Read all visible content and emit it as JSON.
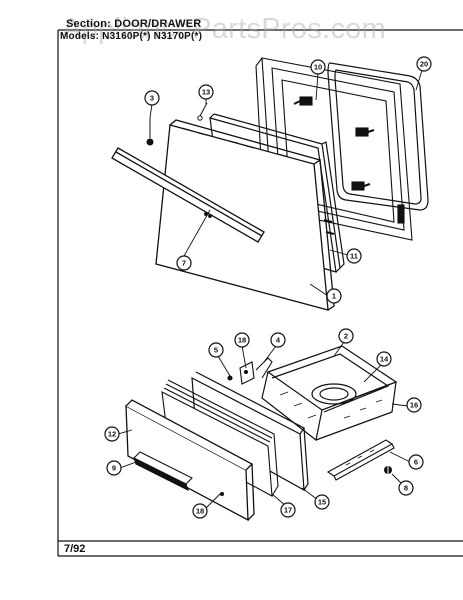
{
  "header": {
    "section_line": "Section: DOOR/DRAWER",
    "model_line": "Models: N3160P(*)   N3170P(*)"
  },
  "watermark": "AppliancePartsPros.com",
  "footer": {
    "date_code": "7/92"
  },
  "callouts": {
    "c3": "3",
    "c13": "13",
    "c7": "7",
    "c1": "1",
    "c11": "11",
    "c10": "10",
    "c20": "20",
    "c2": "2",
    "c4": "4",
    "c5": "5",
    "c18a": "18",
    "c14": "14",
    "c16": "16",
    "c12": "12",
    "c9": "9",
    "c18b": "18",
    "c17": "17",
    "c15": "15",
    "c6": "6",
    "c8": "8"
  }
}
